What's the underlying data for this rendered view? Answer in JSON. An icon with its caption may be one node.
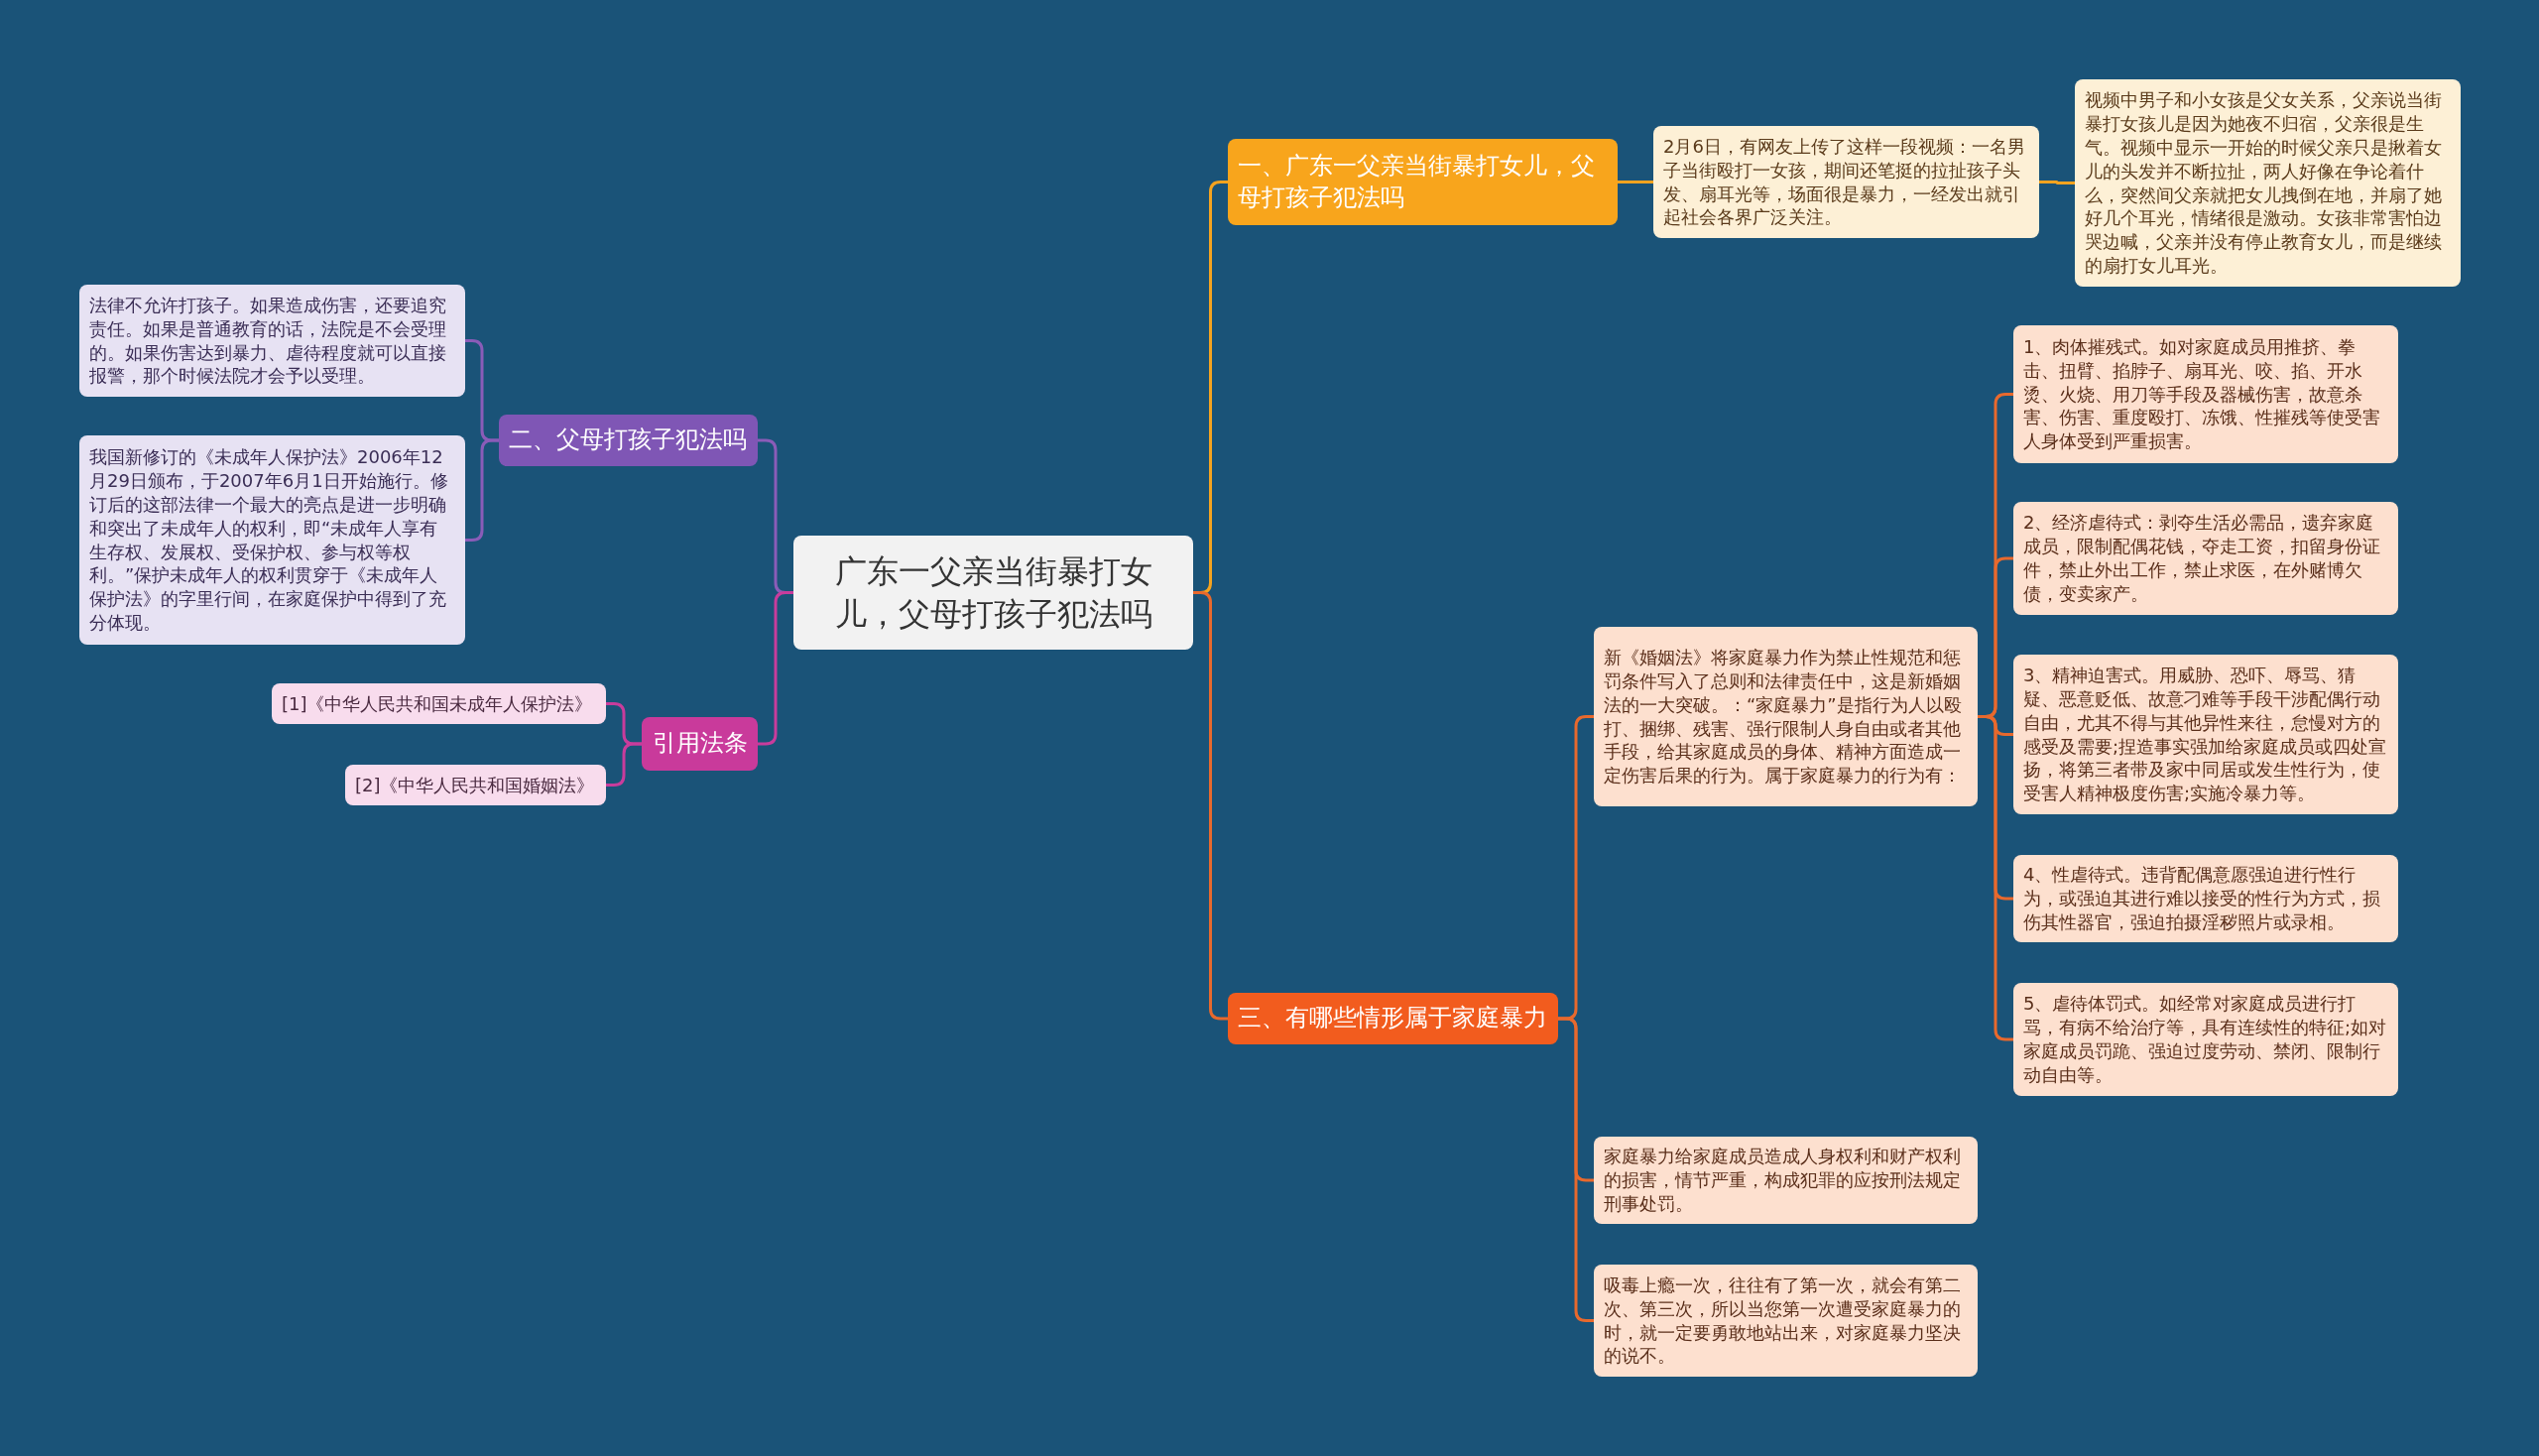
{
  "diagram": {
    "nodes": [
      {
        "text": [
          "广东一父亲当街暴打女儿，父母打孩子犯法吗"
        ]
      },
      {
        "text": [
          "一、广东一父亲当街暴打女儿，父母打孩子犯法吗"
        ]
      },
      {
        "text": [
          "2月6日，有网友上传了这样一段视频：一名男子当街殴打一女孩，期间还笔挺的拉扯孩子头发、扇耳光等，场面很是暴力，一经发出就引起社会各界广泛关注。"
        ]
      },
      {
        "text": [
          "视频中男子和小女孩是父女关系，父亲说当街暴打女孩儿是因为她夜不归宿，父亲很是生气。视频中显示一开始的时候父亲只是揪着女儿的头发并不断拉扯，两人好像在争论着什么，突然间父亲就把女儿拽倒在地，并扇了她好几个耳光，情绪很是激动。女孩非常害怕边哭边喊，父亲并没有停止教育女儿，而是继续的扇打女儿耳光。"
        ]
      },
      {
        "text": [
          "二、父母打孩子犯法吗"
        ]
      },
      {
        "text": [
          "法律不允许打孩子。如果造成伤害，还要追究责任。如果是普通教育的话，法院是不会受理的。如果伤害达到暴力、虐待程度就可以直接报警，那个时候法院才会予以受理。"
        ]
      },
      {
        "text": [
          "我国新修订的《未成年人保护法》2006年12月29日颁布，于2007年6月1日开始施行。修订后的这部法律一个最大的亮点是进一步明确和突出了未成年人的权利，即“未成年人享有生存权、发展权、受保护权、参与权等权利。”保护未成年人的权利贯穿于《未成年人保护法》的字里行间，在家庭保护中得到了充分体现。"
        ]
      },
      {
        "text": [
          "引用法条"
        ]
      },
      {
        "text": [
          "[1]《中华人民共和国未成年人保护法》"
        ]
      },
      {
        "text": [
          "[2]《中华人民共和国婚姻法》"
        ]
      },
      {
        "text": [
          "三、有哪些情形属于家庭暴力"
        ]
      },
      {
        "text": [
          "新《婚姻法》将家庭暴力作为禁止性规范和惩罚条件写入了总则和法律责任中，这是新婚姻法的一大突破。：“家庭暴力”是指行为人以殴打、捆绑、残害、强行限制人身自由或者其他手段，给其家庭成员的身体、精神方面造成一定伤害后果的行为。属于家庭暴力的行为有："
        ]
      },
      {
        "text": [
          "1、肉体摧残式。如对家庭成员用推挤、拳击、扭臂、掐脖子、扇耳光、咬、掐、开水烫、火烧、用刀等手段及器械伤害，故意杀害、伤害、重度殴打、冻饿、性摧残等使受害人身体受到严重损害。"
        ]
      },
      {
        "text": [
          "2、经济虐待式：剥夺生活必需品，遗弃家庭成员，限制配偶花钱，夺走工资，扣留身份证件，禁止外出工作，禁止求医，在外赌博欠债，变卖家产。"
        ]
      },
      {
        "text": [
          "3、精神迫害式。用威胁、恐吓、辱骂、猜疑、恶意贬低、故意刁难等手段干涉配偶行动自由，尤其不得与其他异性来往，怠慢对方的感受及需要;捏造事实强加给家庭成员或四处宣扬，将第三者带及家中同居或发生性行为，使受害人精神极度伤害;实施冷暴力等。"
        ]
      },
      {
        "text": [
          "4、性虐待式。违背配偶意愿强迫进行性行为，或强迫其进行难以接受的性行为方式，损伤其性器官，强迫拍摄淫秽照片或录相。"
        ]
      },
      {
        "text": [
          "5、虐待体罚式。如经常对家庭成员进行打骂，有病不给治疗等，具有连续性的特征;如对家庭成员罚跪、强迫过度劳动、禁闭、限制行动自由等。"
        ]
      },
      {
        "text": [
          "家庭暴力给家庭成员造成人身权利和财产权利的损害，情节严重，构成犯罪的应按刑法规定刑事处罚。"
        ]
      },
      {
        "text": [
          "吸毒上瘾一次，往往有了第一次，就会有第二次、第三次，所以当您第一次遭受家庭暴力的时，就一定要勇敢地站出来，对家庭暴力坚决的说不。"
        ]
      }
    ],
    "edges": [
      {
        "from": 0,
        "to": 1,
        "arrow": "none",
        "color": "#f5a31f"
      },
      {
        "from": 1,
        "to": 2,
        "arrow": "none",
        "color": "#f5a31f"
      },
      {
        "from": 2,
        "to": 3,
        "arrow": "none",
        "color": "#f5a31f"
      },
      {
        "from": 0,
        "to": 4,
        "arrow": "none",
        "color": "#8a5cb8"
      },
      {
        "from": 4,
        "to": 5,
        "arrow": "none",
        "color": "#8a5cb8"
      },
      {
        "from": 4,
        "to": 6,
        "arrow": "none",
        "color": "#8a5cb8"
      },
      {
        "from": 0,
        "to": 7,
        "arrow": "none",
        "color": "#c83c9c"
      },
      {
        "from": 7,
        "to": 8,
        "arrow": "none",
        "color": "#c83c9c"
      },
      {
        "from": 7,
        "to": 9,
        "arrow": "none",
        "color": "#c83c9c"
      },
      {
        "from": 0,
        "to": 10,
        "arrow": "none"
      },
      {
        "from": 10,
        "to": 11,
        "arrow": "none"
      },
      {
        "from": 11,
        "to": 12,
        "arrow": "none"
      },
      {
        "from": 11,
        "to": 13,
        "arrow": "none"
      },
      {
        "from": 11,
        "to": 14,
        "arrow": "none"
      },
      {
        "from": 11,
        "to": 15,
        "arrow": "none"
      },
      {
        "from": 11,
        "to": 16,
        "arrow": "none"
      },
      {
        "from": 10,
        "to": 17,
        "arrow": "none"
      },
      {
        "from": 10,
        "to": 18,
        "arrow": "none"
      }
    ]
  }
}
